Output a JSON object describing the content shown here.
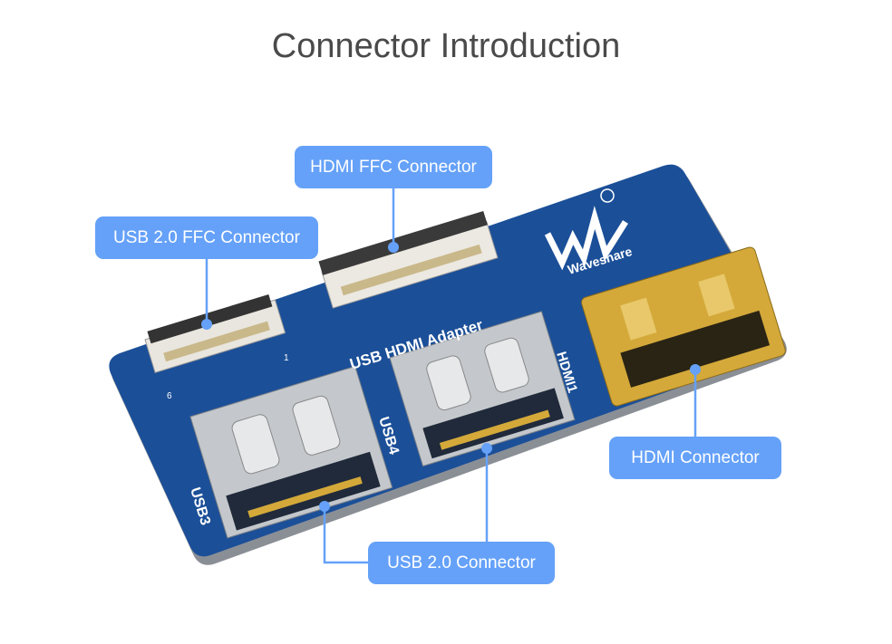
{
  "title": "Connector Introduction",
  "callouts": {
    "hdmi_ffc": "HDMI FFC Connector",
    "usb_ffc": "USB 2.0 FFC Connector",
    "hdmi": "HDMI Connector",
    "usb": "USB 2.0 Connector"
  },
  "board": {
    "name": "USB HDMI Adapter",
    "usb3": "USB3",
    "usb4": "USB4",
    "hdmi1": "HDMI1",
    "brand": "Waveshare",
    "pin1": "1",
    "pin6": "6"
  },
  "colors": {
    "callout": "#65a1f8",
    "pcb": "#1b4f98",
    "gold": "#d4a93a"
  }
}
